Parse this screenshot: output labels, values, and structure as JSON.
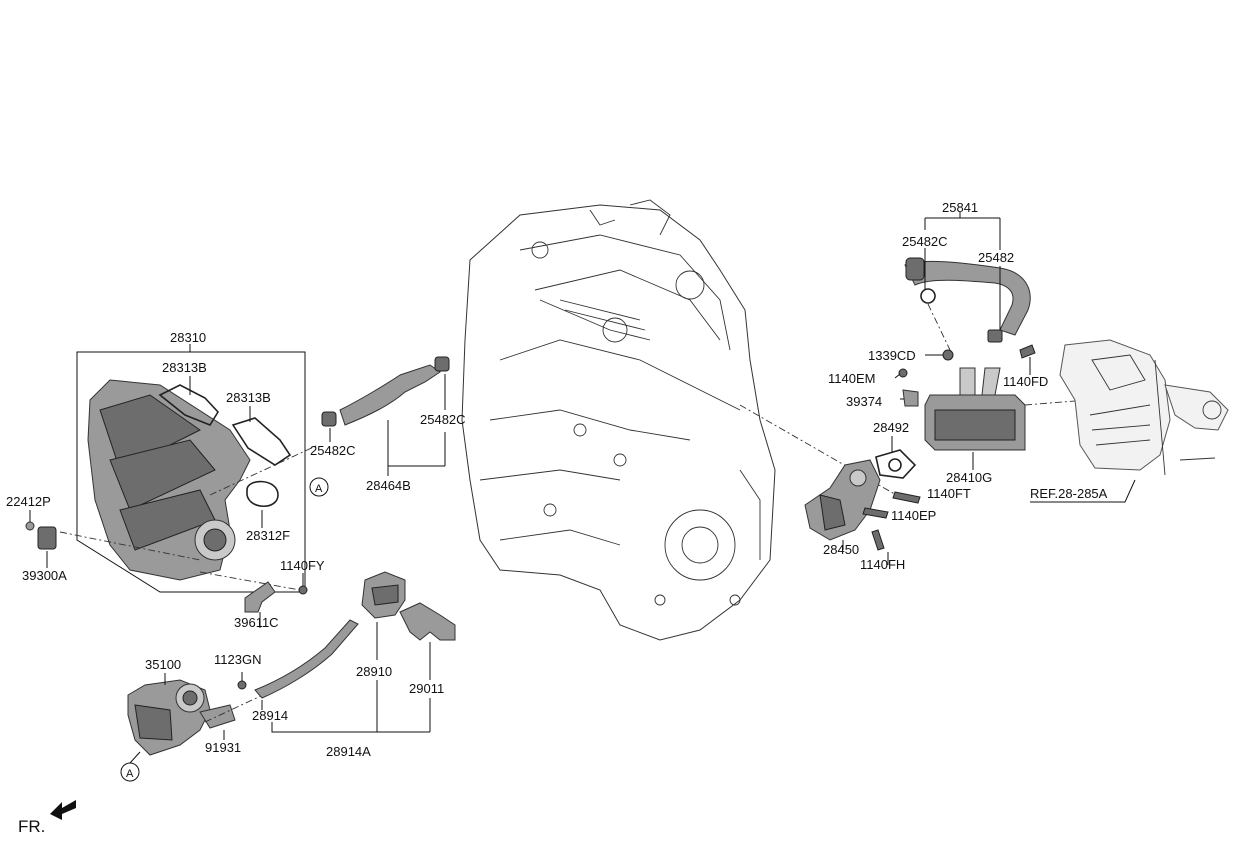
{
  "labels": {
    "l28310": "28310",
    "l28313b_1": "28313B",
    "l28313b_2": "28313B",
    "l28312f": "28312F",
    "l22412p": "22412P",
    "l39300a": "39300A",
    "l1140fy": "1140FY",
    "l39611c": "39611C",
    "l25482c_1": "25482C",
    "l25482c_2": "25482C",
    "l28464b": "28464B",
    "l25841": "25841",
    "l25482c_3": "25482C",
    "l25482": "25482",
    "l1339cd": "1339CD",
    "l1140em": "1140EM",
    "l1140fd": "1140FD",
    "l39374": "39374",
    "l28492": "28492",
    "l28410g": "28410G",
    "l1140ft": "1140FT",
    "l1140ep": "1140EP",
    "l28450": "28450",
    "l1140fh": "1140FH",
    "lref": "REF.28-285A",
    "l35100": "35100",
    "l1123gn": "1123GN",
    "l28910": "28910",
    "l29011": "29011",
    "l28914": "28914",
    "l91931": "91931",
    "l28914a": "28914A",
    "callout_a": "A",
    "front": "FR."
  },
  "colors": {
    "part_fill": "#9a9a9a",
    "line": "#111111",
    "background": "#ffffff"
  }
}
